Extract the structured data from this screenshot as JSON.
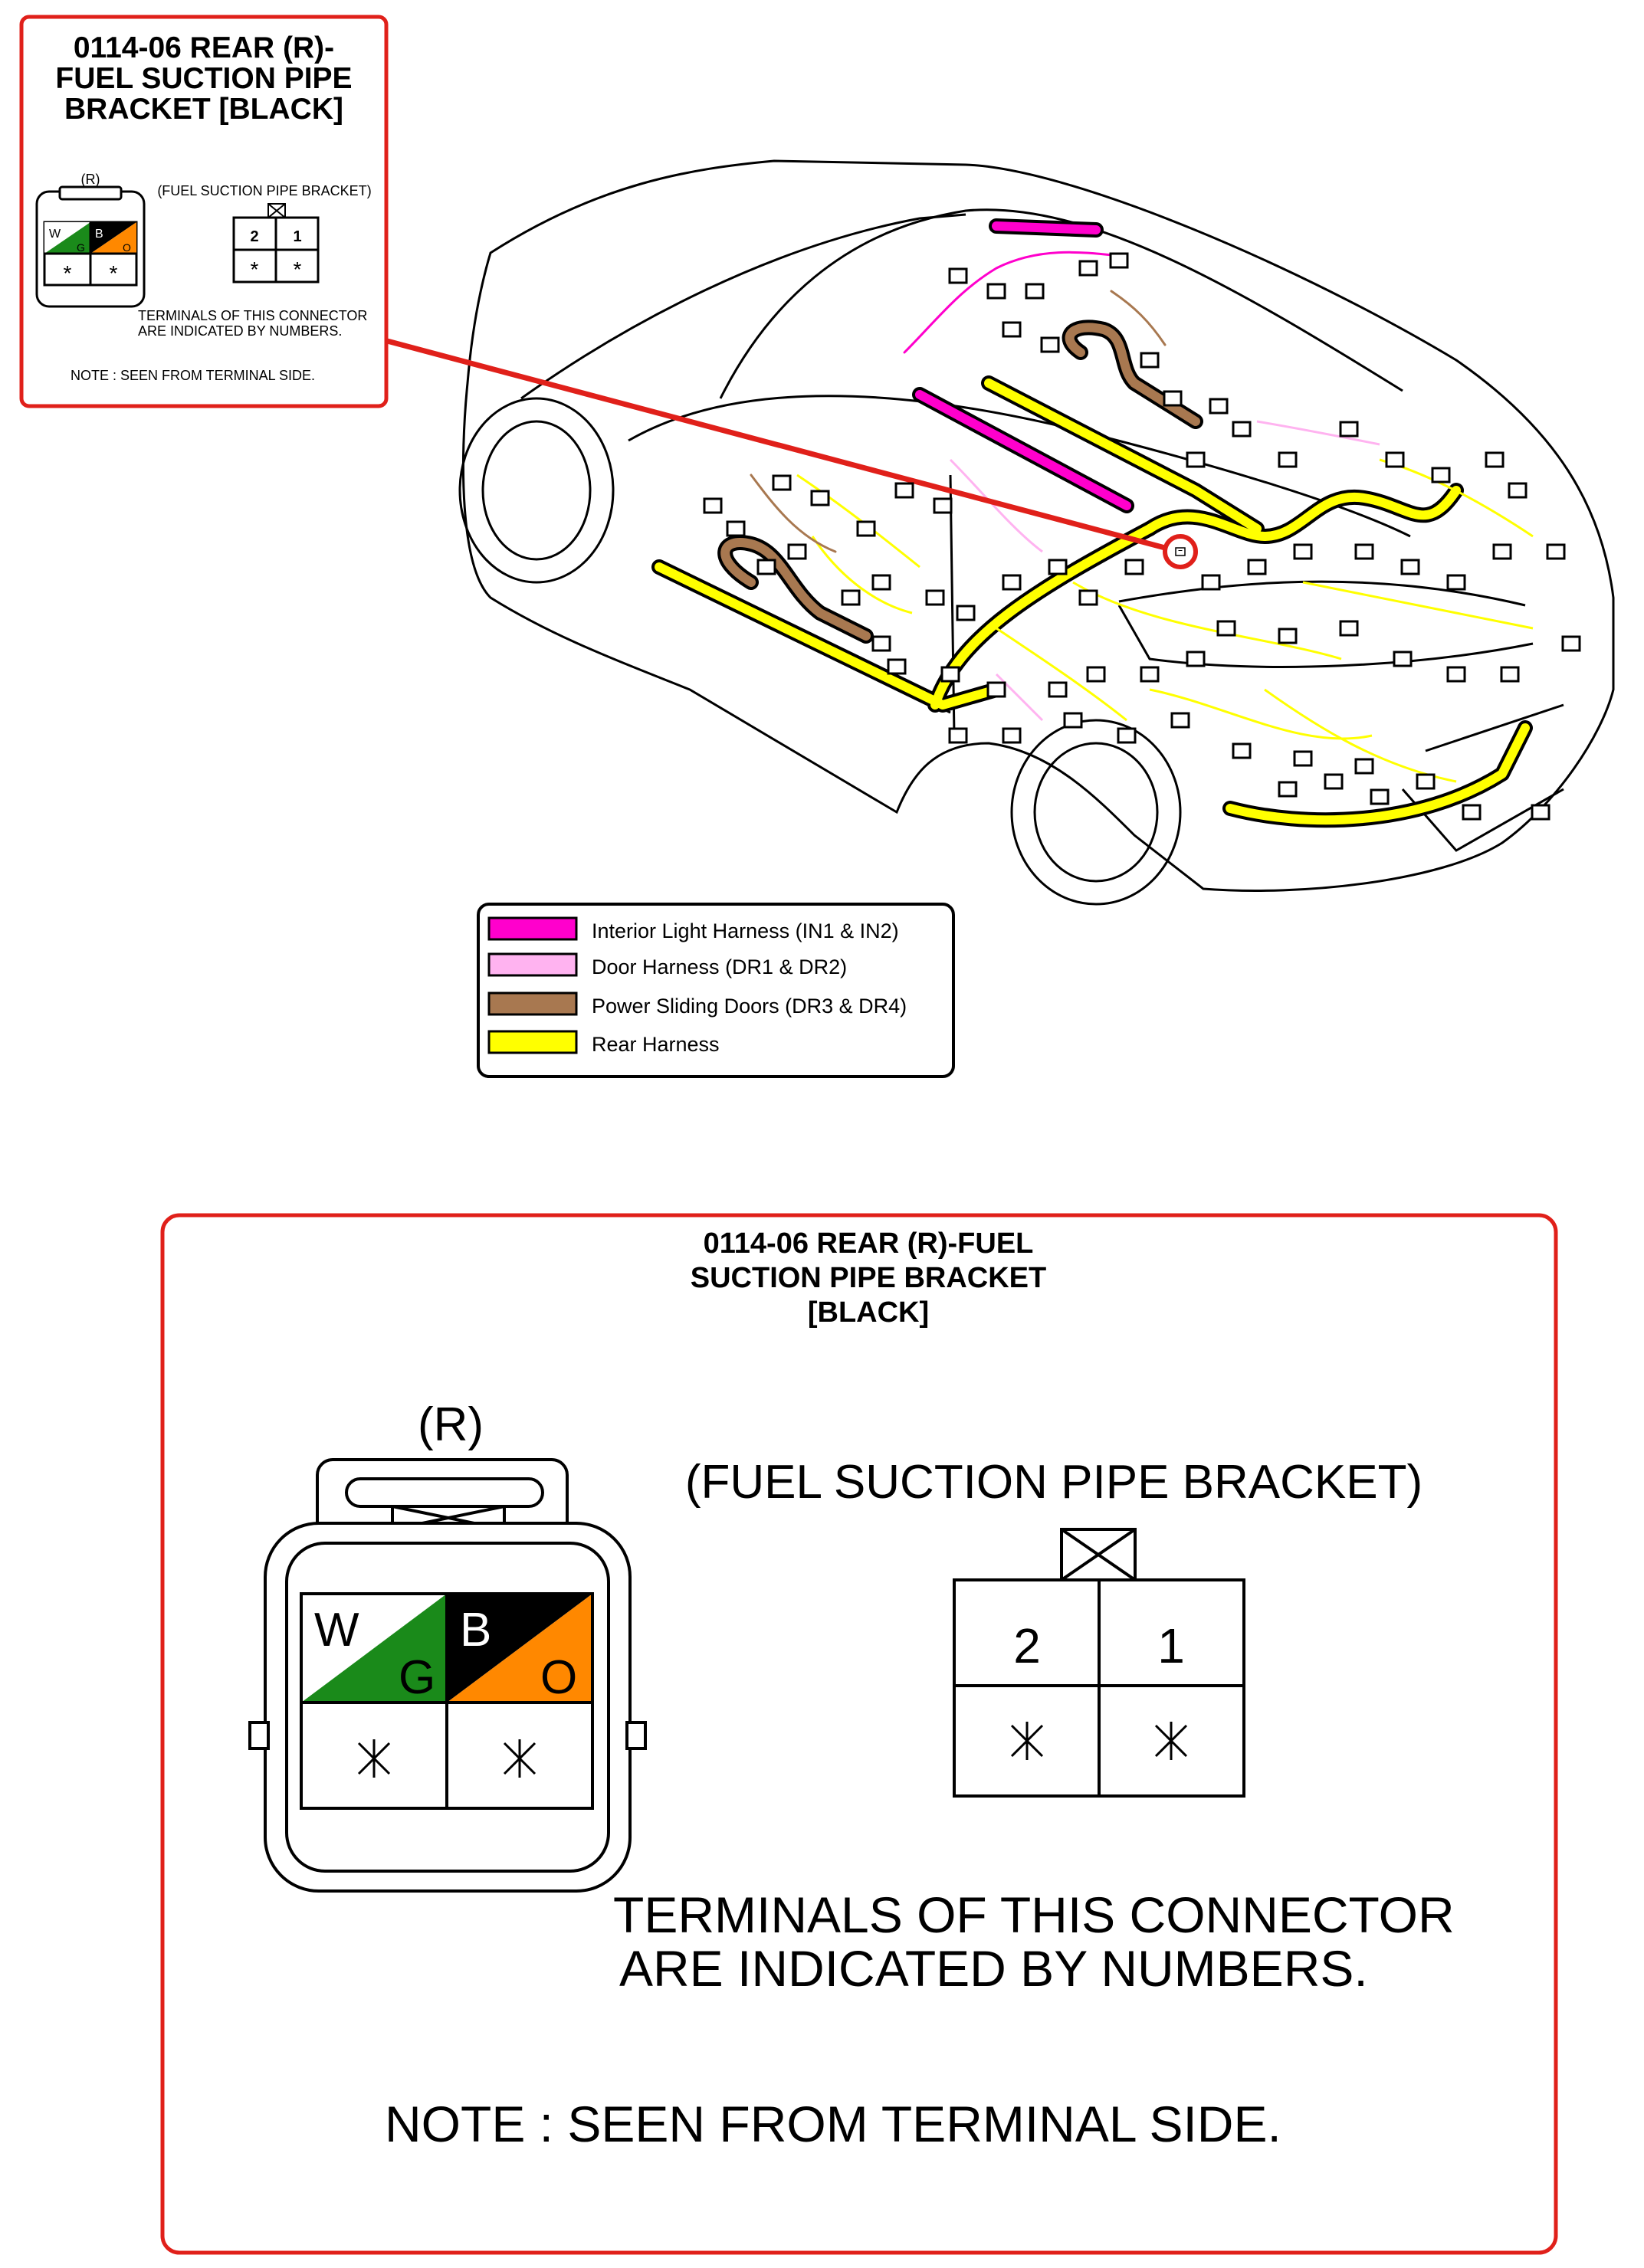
{
  "inset_card": {
    "title_lines": [
      "0114-06 REAR (R)-",
      "FUEL SUCTION PIPE",
      "BRACKET [BLACK]"
    ],
    "harness_connector_label": "(R)",
    "bracket_connector_label": "(FUEL SUCTION PIPE BRACKET)",
    "wire_codes": [
      "W",
      "B",
      "G",
      "O"
    ],
    "terminal_numbers": [
      "2",
      "1"
    ],
    "terminal_marker": "*",
    "terminals_note_lines": [
      "TERMINALS OF THIS CONNECTOR",
      "ARE INDICATED BY NUMBERS."
    ],
    "view_note": "NOTE : SEEN FROM TERMINAL SIDE."
  },
  "legend": {
    "items": [
      {
        "label": "Interior Light Harness (IN1 & IN2)",
        "color": "#ff00cc"
      },
      {
        "label": "Door Harness (DR1 & DR2)",
        "color": "#ffb3f0"
      },
      {
        "label": "Power Sliding Doors (DR3 & DR4)",
        "color": "#a87850"
      },
      {
        "label": "Rear Harness",
        "color": "#ffff00"
      }
    ]
  },
  "detail_panel": {
    "title_lines": [
      "0114-06 REAR (R)-FUEL",
      "SUCTION PIPE BRACKET",
      "[BLACK]"
    ],
    "harness_connector_label": "(R)",
    "bracket_connector_label": "(FUEL SUCTION PIPE BRACKET)",
    "wire_codes": [
      "W",
      "B",
      "G",
      "O"
    ],
    "terminal_numbers": [
      "2",
      "1"
    ],
    "terminals_note_lines": [
      "TERMINALS OF THIS CONNECTOR",
      "ARE INDICATED BY NUMBERS."
    ],
    "view_note": "NOTE : SEEN FROM TERMINAL SIDE."
  },
  "colors": {
    "callout_red": "#e0201a",
    "wire_green": "#1a8a1a",
    "wire_black": "#000000",
    "wire_orange": "#ff8800",
    "interior_light": "#ff00cc",
    "door_harness": "#ffb3f0",
    "power_sliding": "#a87850",
    "rear_harness": "#ffff00"
  }
}
